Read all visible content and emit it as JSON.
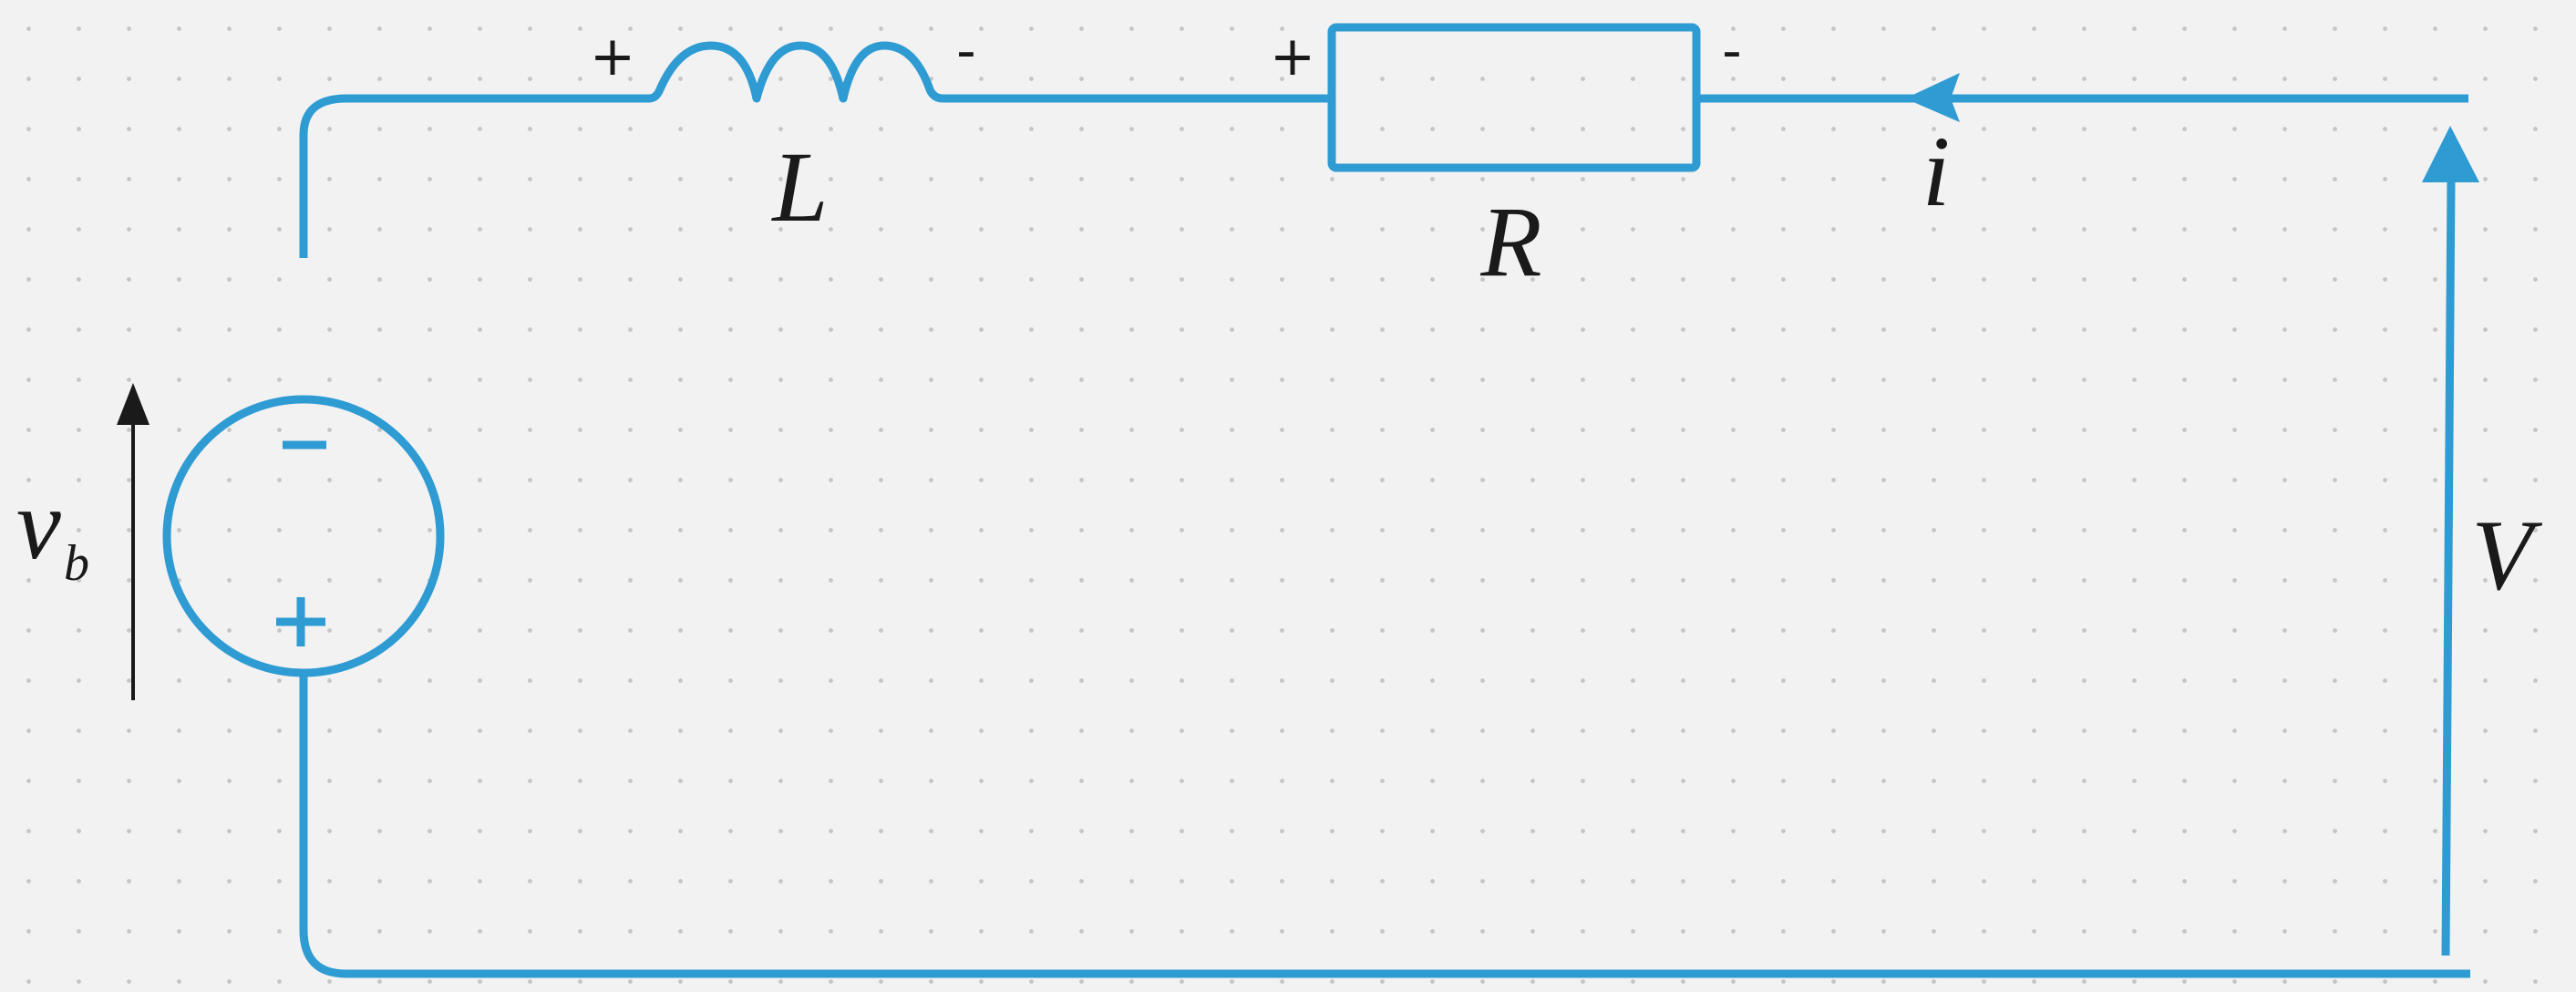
{
  "colors": {
    "wire": "#2e9bd3",
    "text": "#1a1a1a",
    "background": "#f2f2f2",
    "grid_dot": "#c6c6c6"
  },
  "components": {
    "inductor": {
      "symbol": "L",
      "plus": "+",
      "minus": "-"
    },
    "resistor": {
      "symbol": "R",
      "plus": "+",
      "minus": "-"
    },
    "source": {
      "plus": "+",
      "minus": "−"
    }
  },
  "labels": {
    "current": "i",
    "source_voltage": {
      "main": "v",
      "subscript": "b"
    },
    "applied_voltage": "V"
  },
  "icons": {
    "current_arrow": "arrowhead-left-icon",
    "voltage_arrow": "arrowhead-up-icon",
    "source_voltage_arrow": "arrow-up-icon"
  }
}
